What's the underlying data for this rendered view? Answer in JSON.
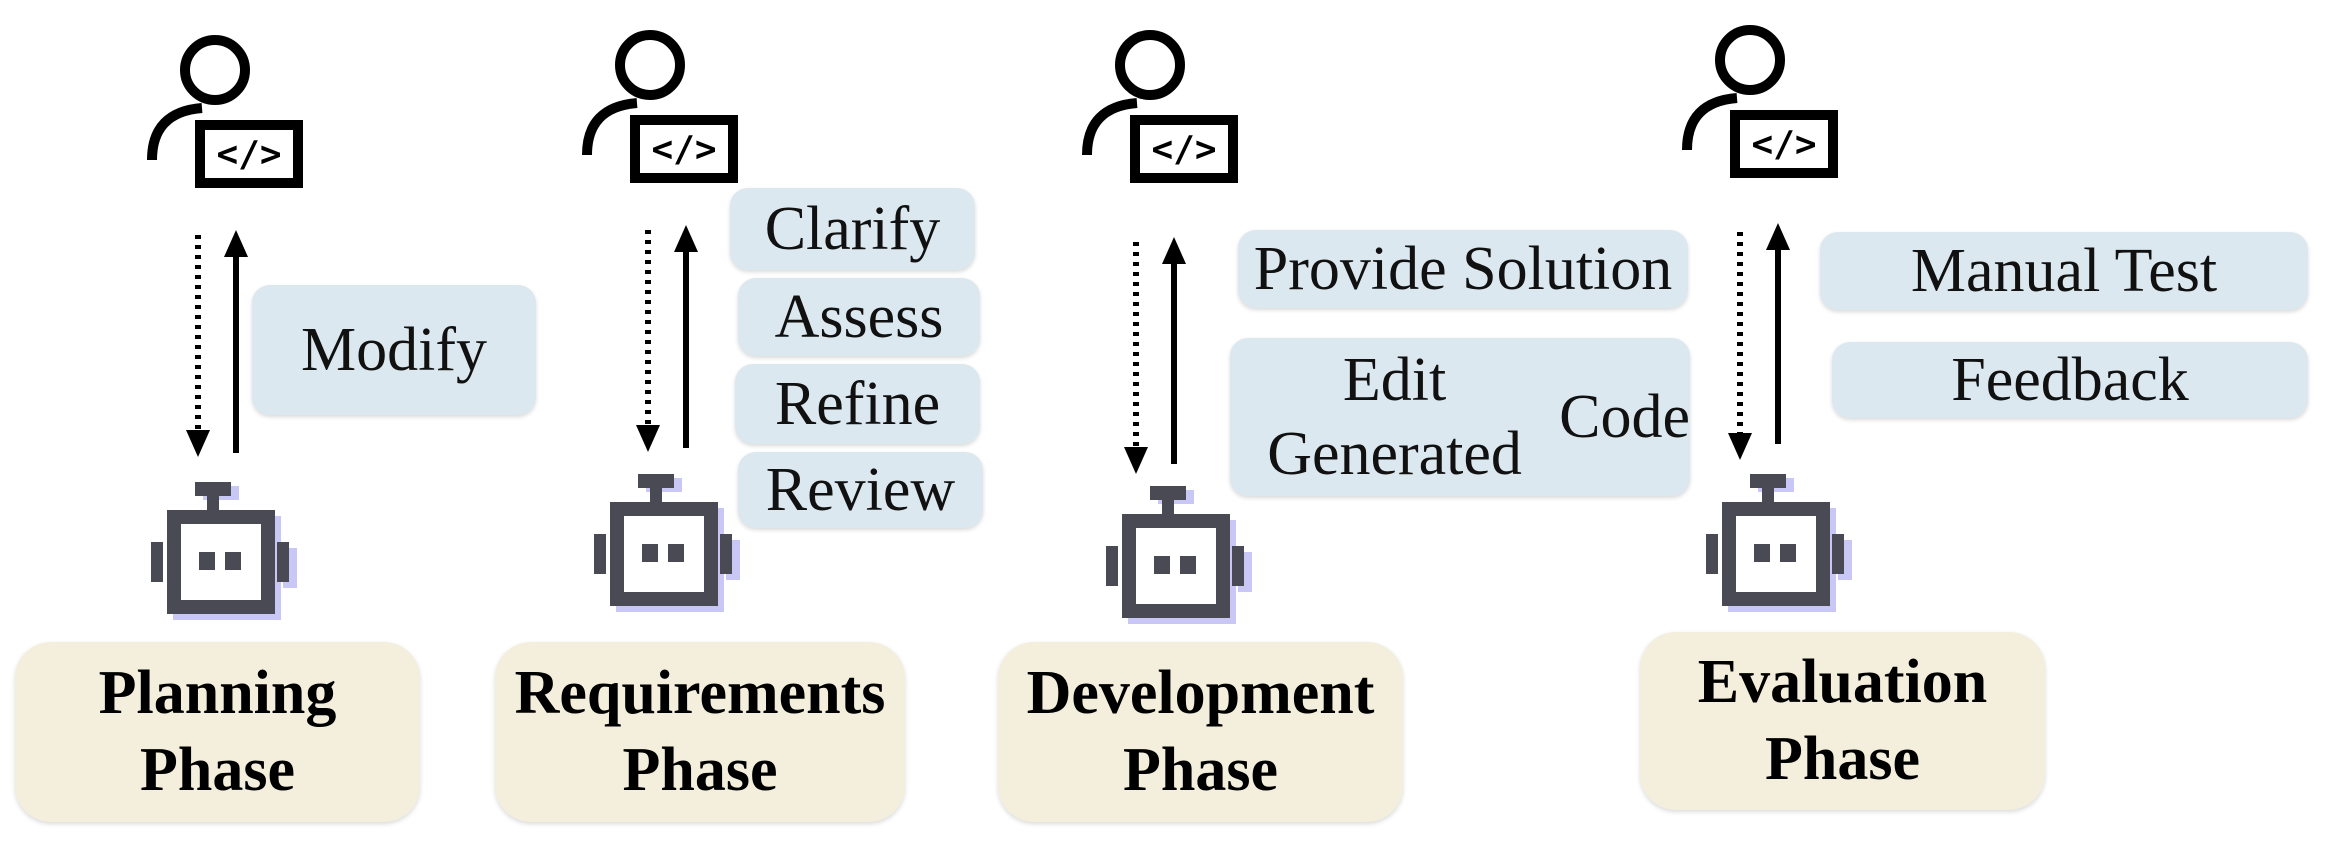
{
  "phases": [
    {
      "title_line1": "Planning",
      "title_line2": "Phase",
      "actions": [
        "Modify"
      ]
    },
    {
      "title_line1": "Requirements",
      "title_line2": "Phase",
      "actions": [
        "Clarify",
        "Assess",
        "Refine",
        "Review"
      ]
    },
    {
      "title_line1": "Development",
      "title_line2": "Phase",
      "actions": [
        "Provide Solution",
        "Edit Generated",
        "Code"
      ]
    },
    {
      "title_line1": "Evaluation",
      "title_line2": "Phase",
      "actions": [
        "Manual Test",
        "Feedback"
      ]
    }
  ],
  "icons": {
    "human": "developer-person-icon",
    "agent": "robot-agent-icon"
  },
  "colors": {
    "action_box": "#dce8ef",
    "phase_box": "#f4efdc",
    "robot_body": "#4a4a55",
    "robot_shadow": "#c9c7f5"
  }
}
